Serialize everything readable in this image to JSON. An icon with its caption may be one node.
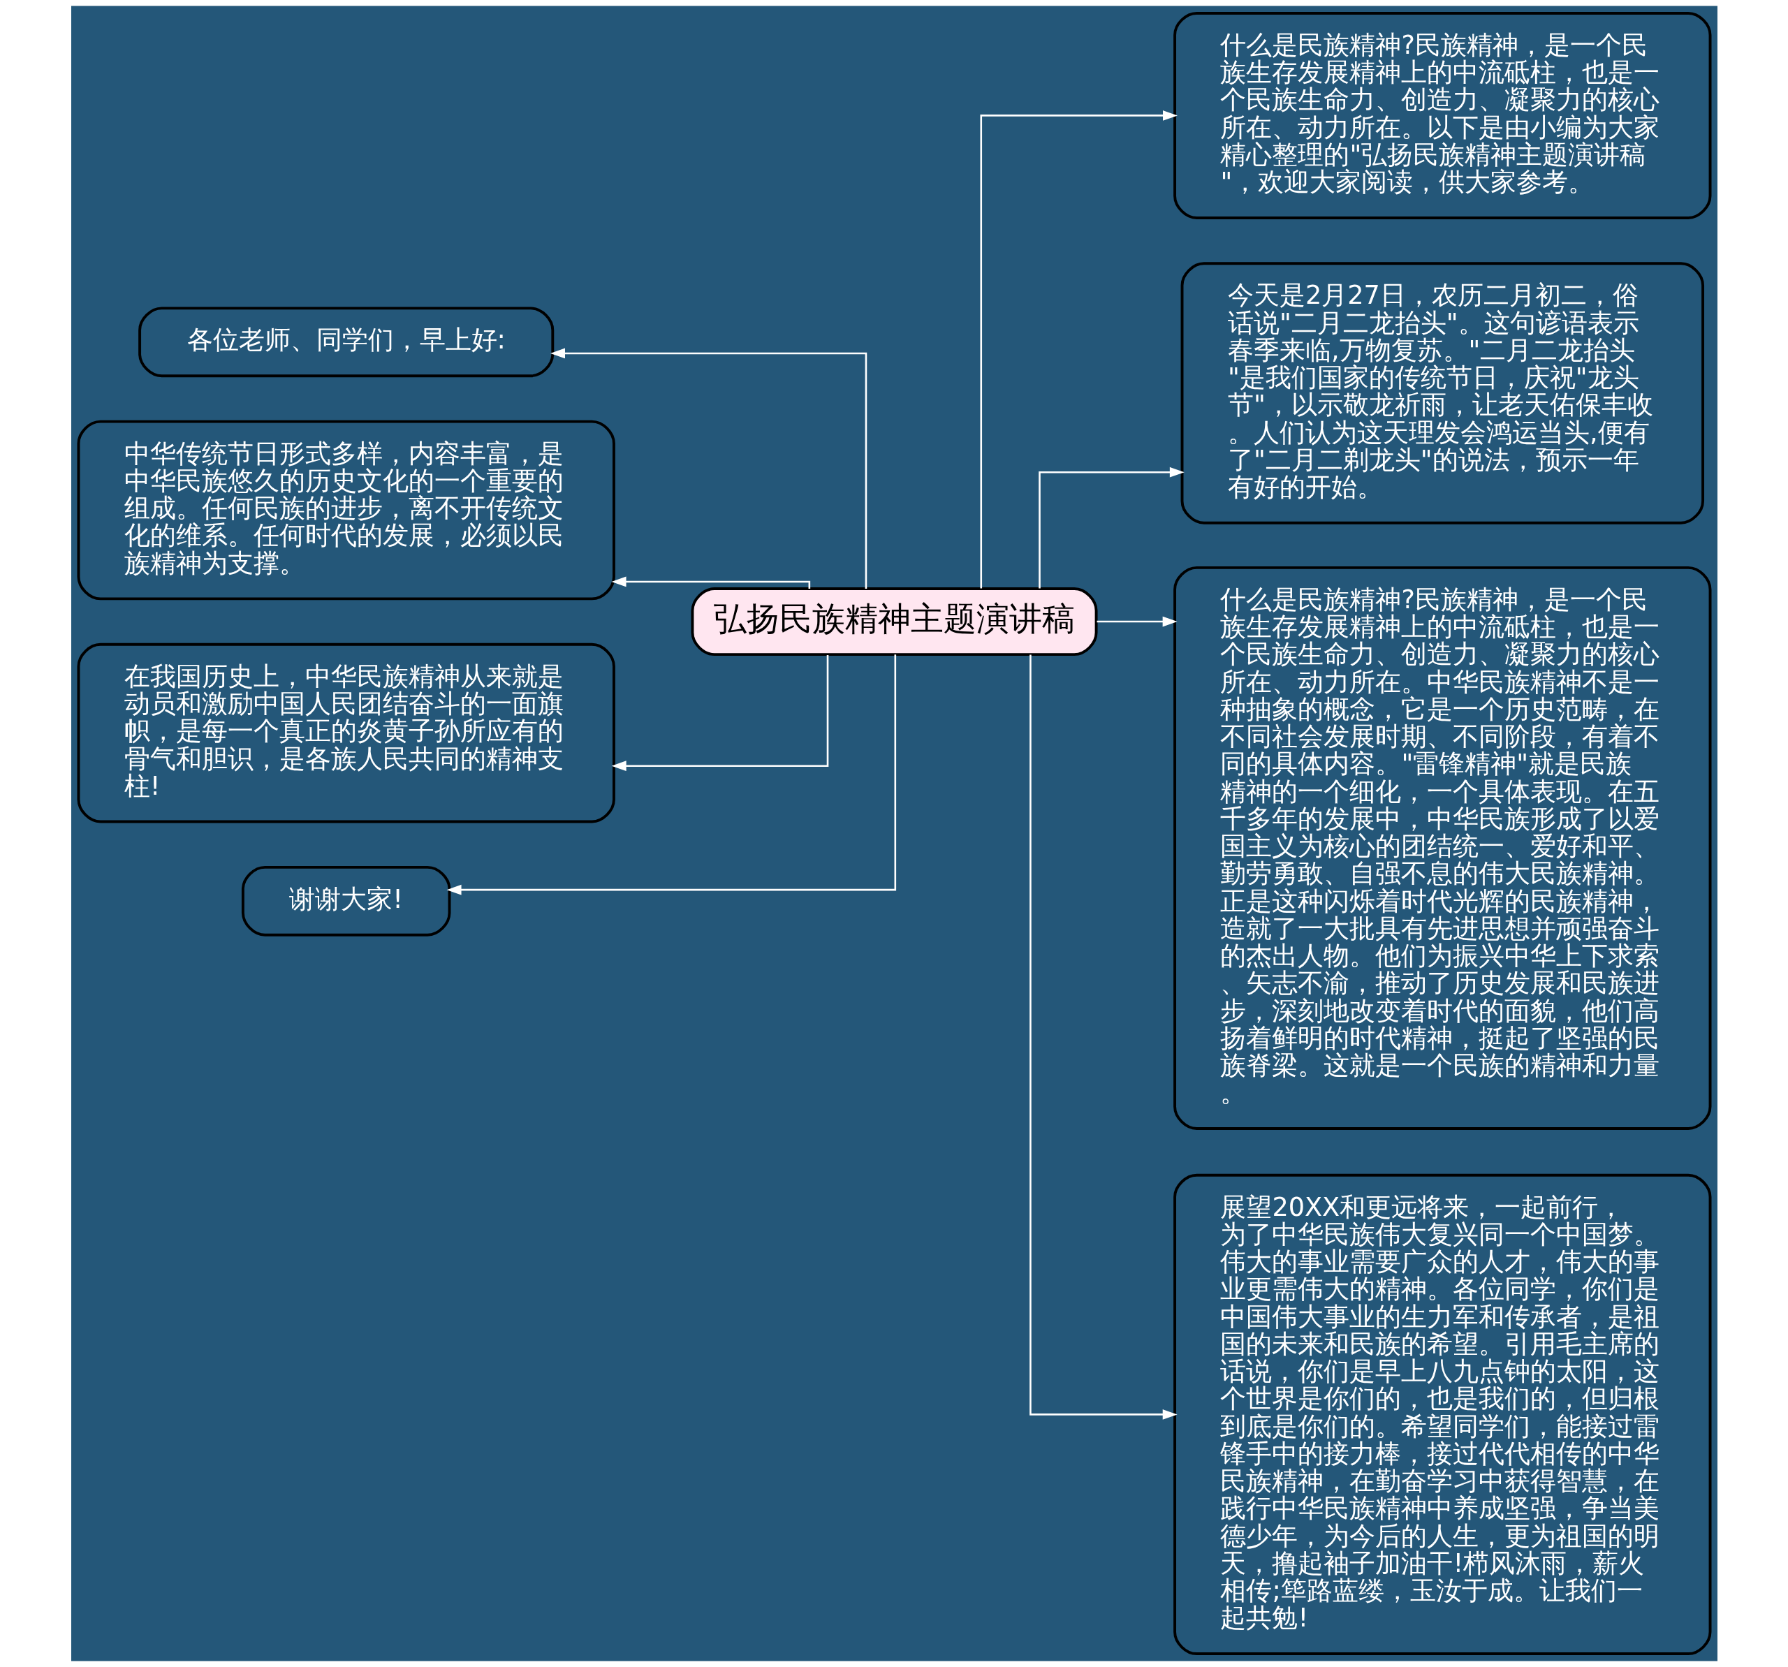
{
  "diagram": {
    "nodes": [
      {
        "text": [
          "弘扬民族精神主题演讲稿"
        ]
      },
      {
        "text": [
          "各位老师、同学们，早上好:"
        ]
      },
      {
        "text": [
          "中华传统节日形式多样，内容丰富，是中华民族悠久的历史文化的一个重要的组成。任何民族的进步，离不开传统文化的维系。任何时代的发展，必须以民族精神为支撑。"
        ]
      },
      {
        "text": [
          "在我国历史上，中华民族精神从来就是动员和激励中国人民团结奋斗的一面旗帜，是每一个真正的炎黄子孙所应有的骨气和胆识，是各族人民共同的精神支柱!"
        ]
      },
      {
        "text": [
          "谢谢大家!"
        ]
      },
      {
        "text": [
          "什么是民族精神?民族精神，是一个民族生存发展精神上的中流砥柱，也是一个民族生命力、创造力、凝聚力的核心所在、动力所在。以下是由小编为大家精心整理的\"弘扬民族精神主题演讲稿\"，欢迎大家阅读，供大家参考。"
        ]
      },
      {
        "text": [
          "今天是2月27日，农历二月初二，俗话说\"二月二龙抬头\"。这句谚语表示春季来临,万物复苏。\"二月二龙抬头\"是我们国家的传统节日，庆祝\"龙头节\"，以示敬龙祈雨，让老天佑保丰收。人们认为这天理发会鸿运当头,便有了\"二月二剃龙头\"的说法，预示一年有好的开始。"
        ]
      },
      {
        "text": [
          "什么是民族精神?民族精神，是一个民族生存发展精神上的中流砥柱，也是一个民族生命力、创造力、凝聚力的核心所在、动力所在。中华民族精神不是一种抽象的概念，它是一个历史范畴，在不同社会发展时期、不同阶段，有着不同的具体内容。\"雷锋精神\"就是民族精神的一个细化，一个具体表现。在五千多年的发展中，中华民族形成了以爱国主义为核心的团结统一、爱好和平、勤劳勇敢、自强不息的伟大民族精神。正是这种闪烁着时代光辉的民族精神，造就了一大批具有先进思想并顽强奋斗的杰出人物。他们为振兴中华上下求索、矢志不渝，推动了历史发展和民族进步，深刻地改变着时代的面貌，他们高扬着鲜明的时代精神，挺起了坚强的民族脊梁。这就是一个民族的精神和力量。"
        ]
      },
      {
        "text": [
          "展望20XX和更远将来，一起前行，为了中华民族伟大复兴同一个中国梦。伟大的事业需要广众的人才，伟大的事业更需伟大的精神。各位同学，你们是中国伟大事业的生力军和传承者，是祖国的未来和民族的希望。引用毛主席的话说，你们是早上八九点钟的太阳，这个世界是你们的，也是我们的，但归根到底是你们的。希望同学们，能接过雷锋手中的接力棒，接过代代相传的中华民族精神，在勤奋学习中获得智慧，在践行中华民族精神中养成坚强，争当美德少年，为今后的人生，更为祖国的明天，撸起袖子加油干!栉风沐雨，薪火相传;筚路蓝缕，玉汝于成。让我们一起共勉!"
        ]
      }
    ],
    "edges": [
      {
        "from": 0,
        "to": 1,
        "arrow": "to"
      },
      {
        "from": 0,
        "to": 2,
        "arrow": "to"
      },
      {
        "from": 0,
        "to": 3,
        "arrow": "to"
      },
      {
        "from": 0,
        "to": 4,
        "arrow": "to"
      },
      {
        "from": 0,
        "to": 5,
        "arrow": "to"
      },
      {
        "from": 0,
        "to": 6,
        "arrow": "to"
      },
      {
        "from": 0,
        "to": 7,
        "arrow": "to"
      },
      {
        "from": 0,
        "to": 8,
        "arrow": "to"
      }
    ]
  }
}
